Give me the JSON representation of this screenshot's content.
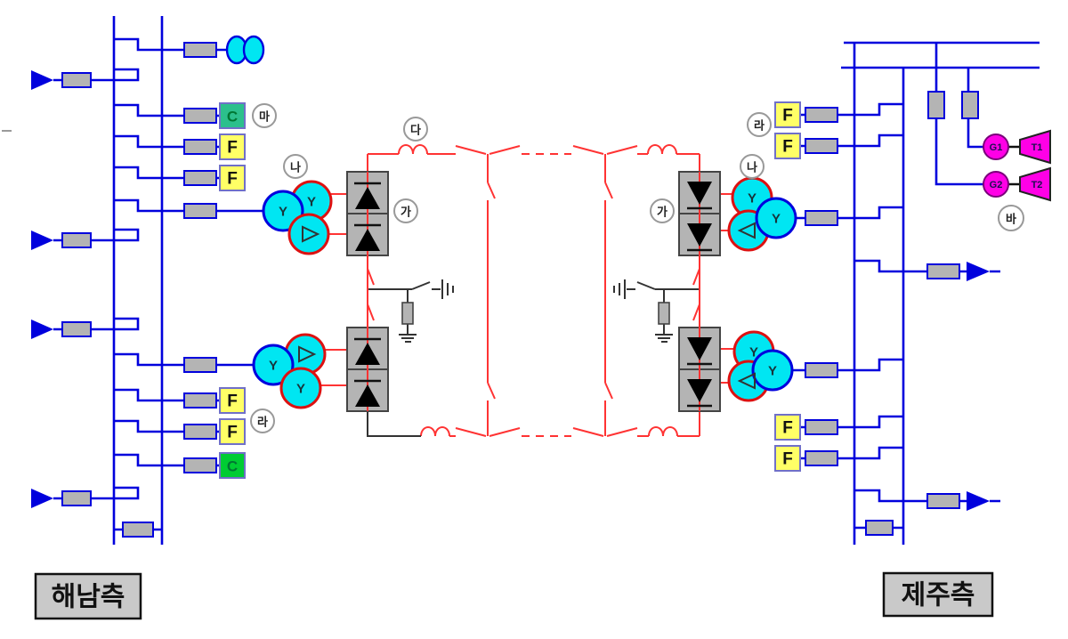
{
  "stations": {
    "left": "해남측",
    "right": "제주측"
  },
  "circled_labels": {
    "ga": "가",
    "na": "나",
    "da": "다",
    "ra": "라",
    "ma": "마",
    "ba": "바"
  },
  "device_labels": {
    "filter": "F",
    "capacitor": "C",
    "wye_winding": "Y"
  },
  "generators": [
    {
      "name": "G1",
      "turbine": "T1"
    },
    {
      "name": "G2",
      "turbine": "T2"
    }
  ],
  "colors": {
    "bus": "#0000dd",
    "dc_line": "#ff3333",
    "equipment_fill": "#b4b4b4",
    "transformer_fill": "#00e6f2",
    "filter_fill": "#ffff66",
    "capacitor_fill_top": "#2cc08c",
    "capacitor_fill_bottom": "#00cc33",
    "generator_fill": "#ff00e6",
    "label_box_fill": "#c9c9c9"
  }
}
